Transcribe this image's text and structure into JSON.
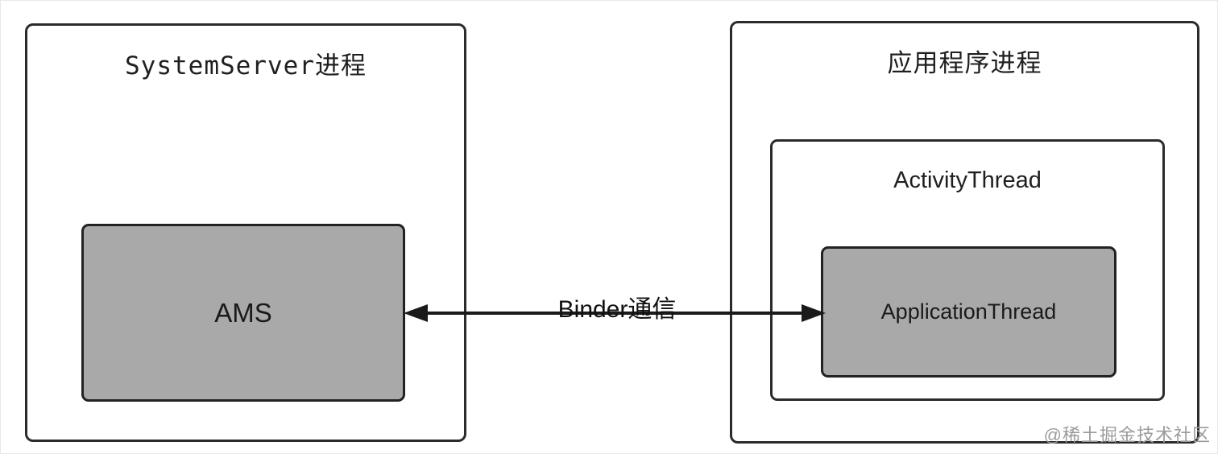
{
  "diagram": {
    "left_box": {
      "title": "SystemServer进程",
      "ams_label": "AMS"
    },
    "right_box": {
      "title": "应用程序进程",
      "activity_thread_title": "ActivityThread",
      "application_thread_label": "ApplicationThread"
    },
    "arrow": {
      "label": "Binder通信"
    },
    "watermark": "@稀土掘金技术社区",
    "colors": {
      "border": "#2b2b2b",
      "gray_fill": "#a9a9a9",
      "background": "#ffffff",
      "watermark": "#9b9b9b"
    }
  }
}
